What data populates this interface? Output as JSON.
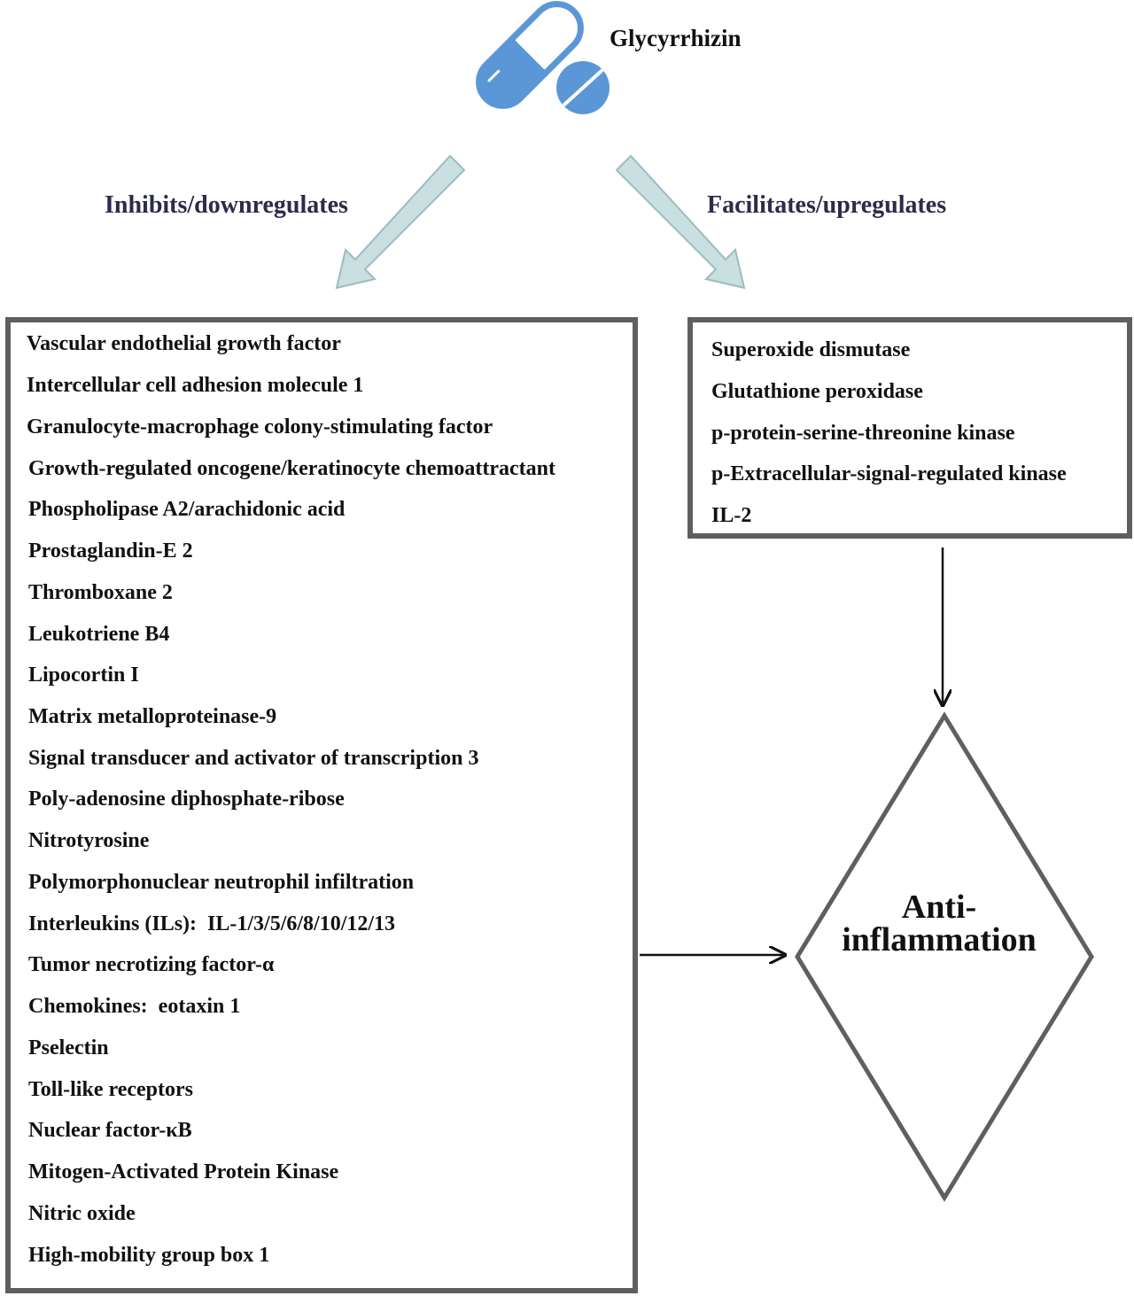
{
  "drug": {
    "name": "Glycyrrhizin",
    "icon": "capsule-and-tablet-icon",
    "icon_color": "#5b97d6"
  },
  "branches": {
    "inhibits": {
      "label": "Inhibits/downregulates",
      "items": [
        "Vascular endothelial growth factor",
        "Intercellular cell adhesion molecule 1",
        "Granulocyte-macrophage colony-stimulating factor",
        "Growth-regulated oncogene/keratinocyte chemoattractant",
        "Phospholipase A2/arachidonic acid",
        "Prostaglandin-E 2",
        "Thromboxane 2",
        "Leukotriene B4",
        "Lipocortin I",
        "Matrix metalloproteinase-9",
        "Signal transducer and activator of transcription 3",
        "Poly-adenosine diphosphate-ribose",
        "Nitrotyrosine",
        "Polymorphonuclear neutrophil infiltration",
        "Interleukins (ILs):  IL-1/3/5/6/8/10/12/13",
        "Tumor necrotizing factor-α",
        "Chemokines:  eotaxin 1",
        "Pselectin",
        "Toll-like receptors",
        "Nuclear factor-κB",
        "Mitogen-Activated Protein Kinase",
        "Nitric oxide",
        "High-mobility group box 1"
      ]
    },
    "facilitates": {
      "label": "Facilitates/upregulates",
      "items": [
        "Superoxide dismutase",
        "Glutathione peroxidase",
        "p-protein-serine-threonine kinase",
        "p-Extracellular-signal-regulated kinase",
        "IL-2"
      ]
    }
  },
  "outcome": {
    "line1": "Anti-",
    "line2": "inflammation"
  },
  "colors": {
    "branch_arrow_fill": "#c9dfe0",
    "branch_arrow_stroke": "#9cbcc0",
    "box_border": "#5f5f5f",
    "label_text": "#2b2b4a"
  }
}
